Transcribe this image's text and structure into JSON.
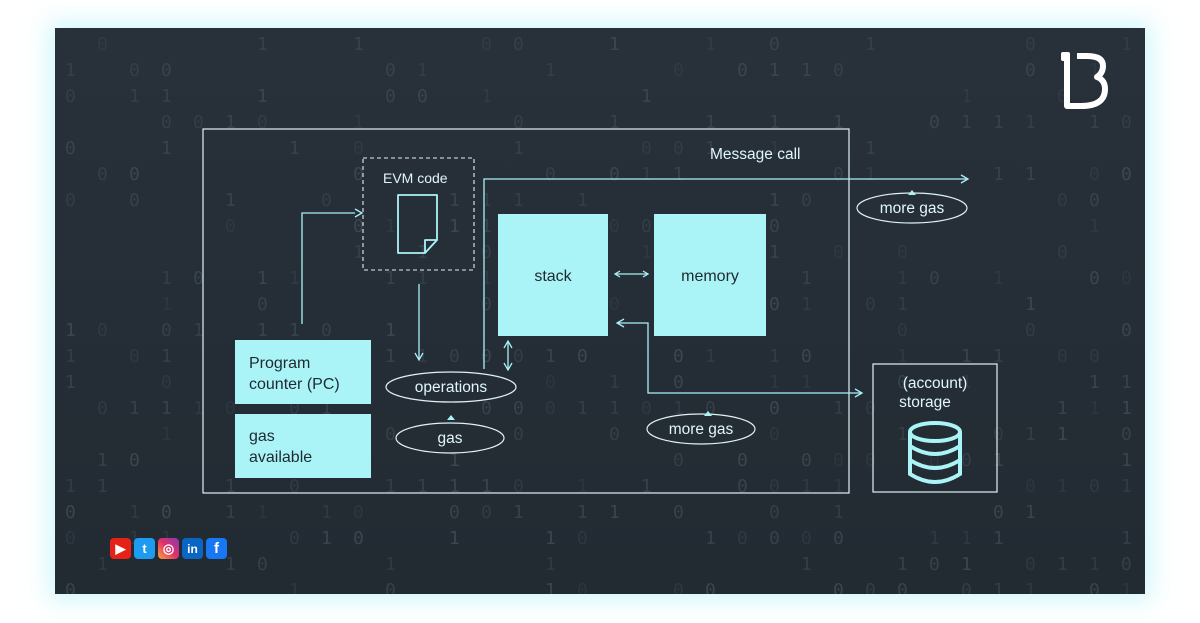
{
  "diagram": {
    "title": "Message call",
    "evm_code": "EVM code",
    "program_counter": [
      "Program",
      "counter (PC)"
    ],
    "gas_available": [
      "gas",
      "available"
    ],
    "operations": "operations",
    "gas": "gas",
    "stack": "stack",
    "memory": "memory",
    "more_gas_top": "more gas",
    "more_gas_bottom": "more gas",
    "storage": [
      "(account)",
      "storage"
    ]
  },
  "colors": {
    "background": "#252d35",
    "accent": "#aaf4f8",
    "glow": "#b8f3f8"
  },
  "icons": [
    "brand-logo-icon",
    "document-icon",
    "database-icon",
    "youtube-icon",
    "twitter-icon",
    "instagram-icon",
    "linkedin-icon",
    "facebook-icon"
  ],
  "social": {
    "youtube": "▶",
    "twitter": "t",
    "instagram": "◎",
    "linkedin": "in",
    "facebook": "f"
  }
}
